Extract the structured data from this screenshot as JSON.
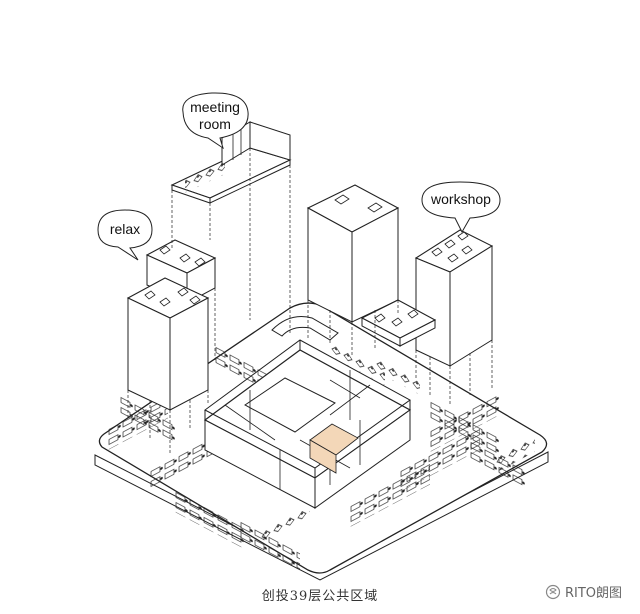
{
  "labels": {
    "meeting_room_line1": "meeting",
    "meeting_room_line2": "room",
    "relax": "relax",
    "workshop": "workshop"
  },
  "caption": "创投39层公共区域",
  "watermark": {
    "text": "RITO朗图",
    "icon": "wechat-channel-icon"
  },
  "colors": {
    "line": "#222222",
    "highlight_room": "#f3d7b8",
    "background": "#ffffff"
  }
}
